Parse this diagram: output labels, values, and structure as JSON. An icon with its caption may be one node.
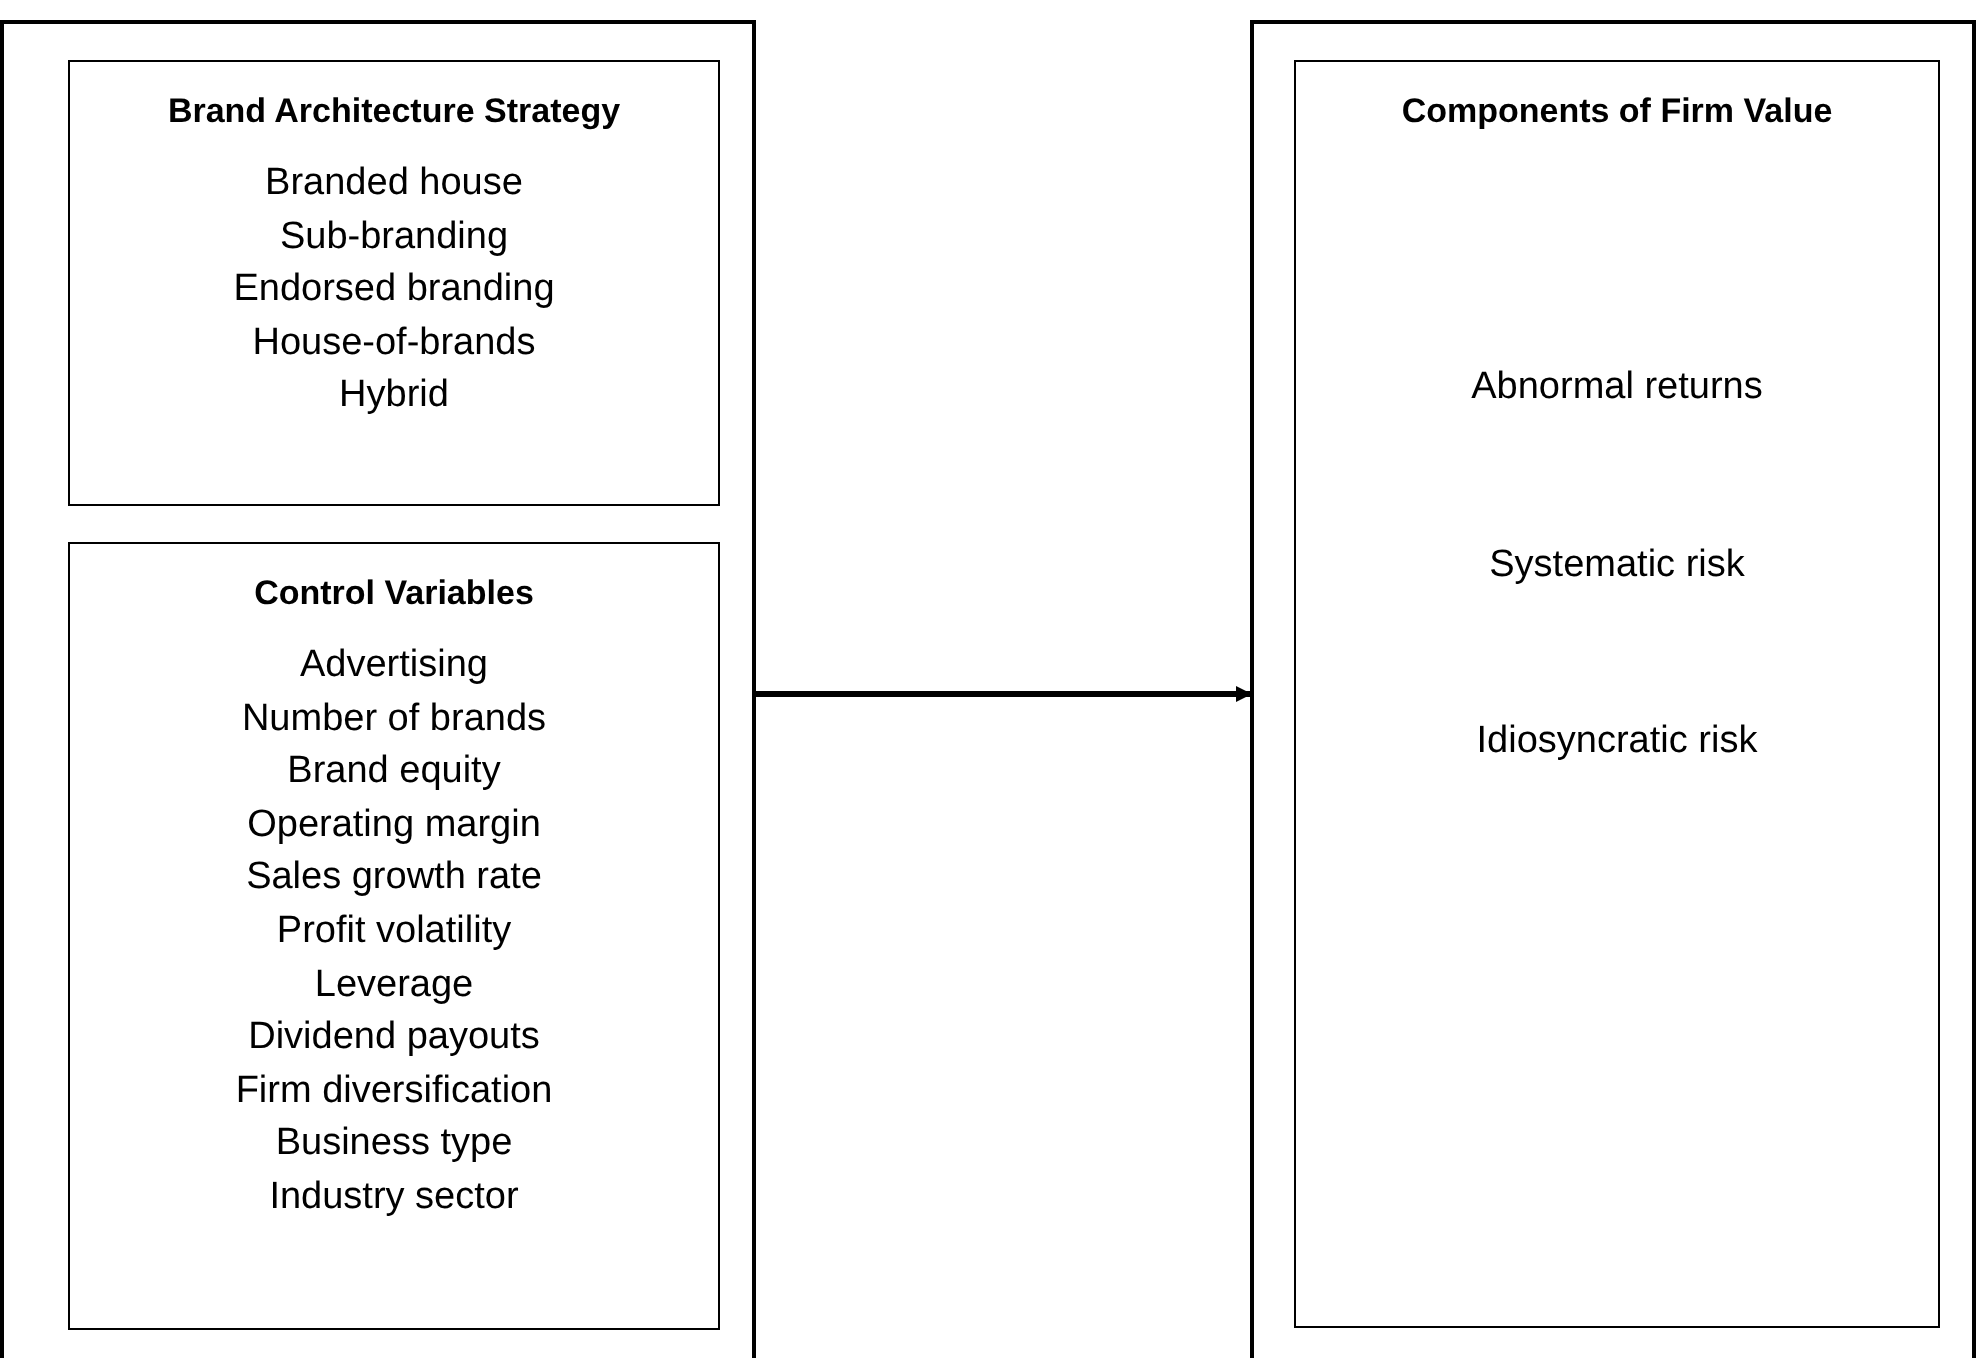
{
  "diagram": {
    "nodes": [
      {
        "text": [],
        "shape": "box"
      },
      {
        "text": [
          "Brand Architecture Strategy",
          "Branded house",
          "Sub-branding",
          "Endorsed branding",
          "House-of-brands",
          "Hybrid"
        ],
        "in": 0
      },
      {
        "text": [
          "Control Variables",
          "Advertising",
          "Number of brands",
          "Brand equity",
          "Operating margin",
          "Sales growth rate",
          "Profit volatility",
          "Leverage",
          "Dividend payouts",
          "Firm diversification",
          "Business type",
          "Industry sector"
        ],
        "in": 0
      },
      {
        "text": [],
        "shape": "box"
      },
      {
        "text": [
          "Components of Firm Value",
          "Abnormal returns",
          "Systematic risk",
          "Idiosyncratic risk"
        ],
        "in": 3
      }
    ],
    "edges": [
      {
        "from": 0,
        "to": 3,
        "arrow": "to"
      }
    ]
  }
}
